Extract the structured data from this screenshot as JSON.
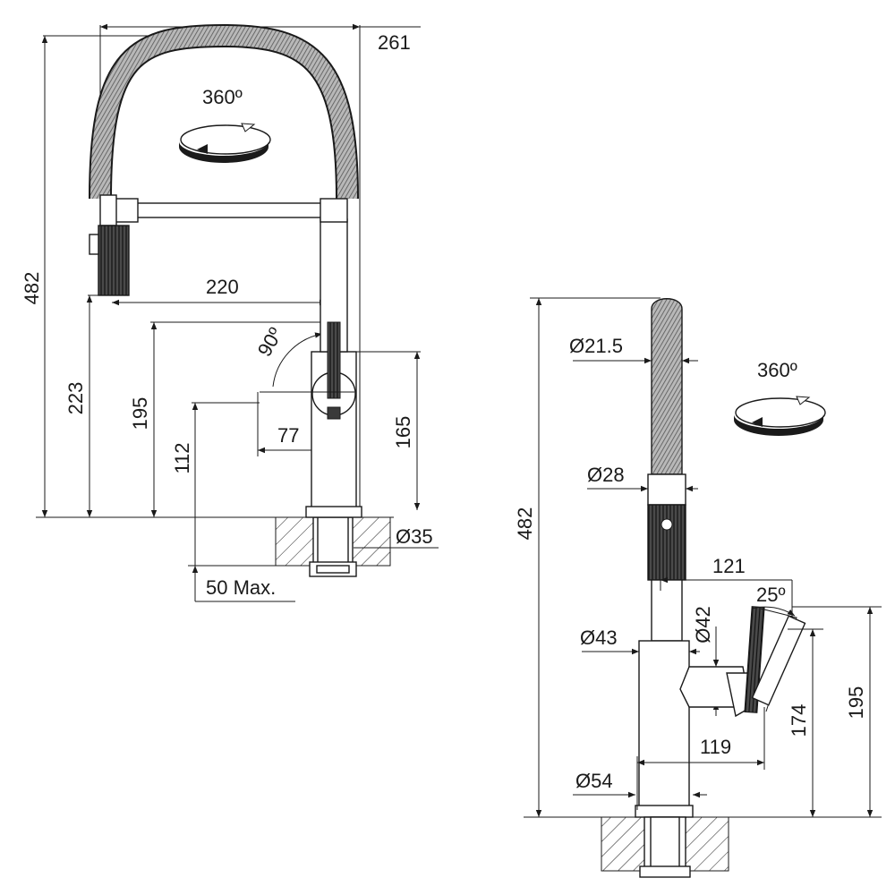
{
  "front_view": {
    "overall_width": "261",
    "overall_height": "482",
    "rotation": "360º",
    "hose_reach": "220",
    "spout_height": "223",
    "lever_height": "195",
    "body_height": "112",
    "lever_angle": "90º",
    "lever_offset": "77",
    "base_height": "165",
    "hole_diameter": "Ø35",
    "deck_thickness": "50 Max."
  },
  "side_view": {
    "overall_height": "482",
    "rotation": "360º",
    "spout_diameter": "Ø21.5",
    "hose_diameter": "Ø28",
    "lever_reach": "121",
    "lever_angle": "25º",
    "lever_diameter": "Ø42",
    "body_diameter": "Ø43",
    "lever_height": "195",
    "lever_base_height": "174",
    "lever_offset": "119",
    "base_diameter": "Ø54"
  },
  "icons": [
    "rotation-arrow-icon",
    "rotation-arrow-icon"
  ],
  "colors": {
    "line": "#1a1a1a",
    "hose": "#8c8c8c",
    "grip": "#3a3a3a",
    "background": "#ffffff"
  }
}
